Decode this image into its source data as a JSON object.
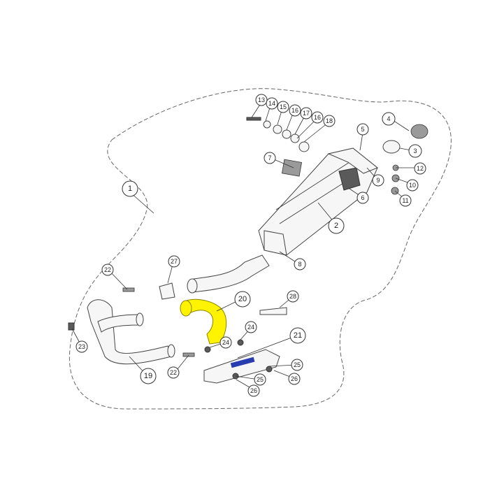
{
  "callouts": [
    {
      "id": "c1",
      "label": "1"
    },
    {
      "id": "c2",
      "label": "2"
    },
    {
      "id": "c3",
      "label": "3"
    },
    {
      "id": "c4",
      "label": "4"
    },
    {
      "id": "c5",
      "label": "5"
    },
    {
      "id": "c6",
      "label": "6"
    },
    {
      "id": "c7",
      "label": "7"
    },
    {
      "id": "c8",
      "label": "8"
    },
    {
      "id": "c9",
      "label": "9"
    },
    {
      "id": "c10",
      "label": "10"
    },
    {
      "id": "c11",
      "label": "11"
    },
    {
      "id": "c12",
      "label": "12"
    },
    {
      "id": "c13",
      "label": "13"
    },
    {
      "id": "c14",
      "label": "14"
    },
    {
      "id": "c15",
      "label": "15"
    },
    {
      "id": "c16a",
      "label": "16"
    },
    {
      "id": "c17",
      "label": "17"
    },
    {
      "id": "c16b",
      "label": "16"
    },
    {
      "id": "c18",
      "label": "18"
    },
    {
      "id": "c19",
      "label": "19"
    },
    {
      "id": "c20",
      "label": "20"
    },
    {
      "id": "c21",
      "label": "21"
    },
    {
      "id": "c22a",
      "label": "22"
    },
    {
      "id": "c22b",
      "label": "22"
    },
    {
      "id": "c23",
      "label": "23"
    },
    {
      "id": "c24a",
      "label": "24"
    },
    {
      "id": "c24b",
      "label": "24"
    },
    {
      "id": "c25a",
      "label": "25"
    },
    {
      "id": "c25b",
      "label": "25"
    },
    {
      "id": "c26a",
      "label": "26"
    },
    {
      "id": "c26b",
      "label": "26"
    },
    {
      "id": "c27",
      "label": "27"
    },
    {
      "id": "c28",
      "label": "28"
    }
  ],
  "colors": {
    "highlight": "#fff300",
    "line": "#333333",
    "brand_plate": "#2a3db0"
  }
}
